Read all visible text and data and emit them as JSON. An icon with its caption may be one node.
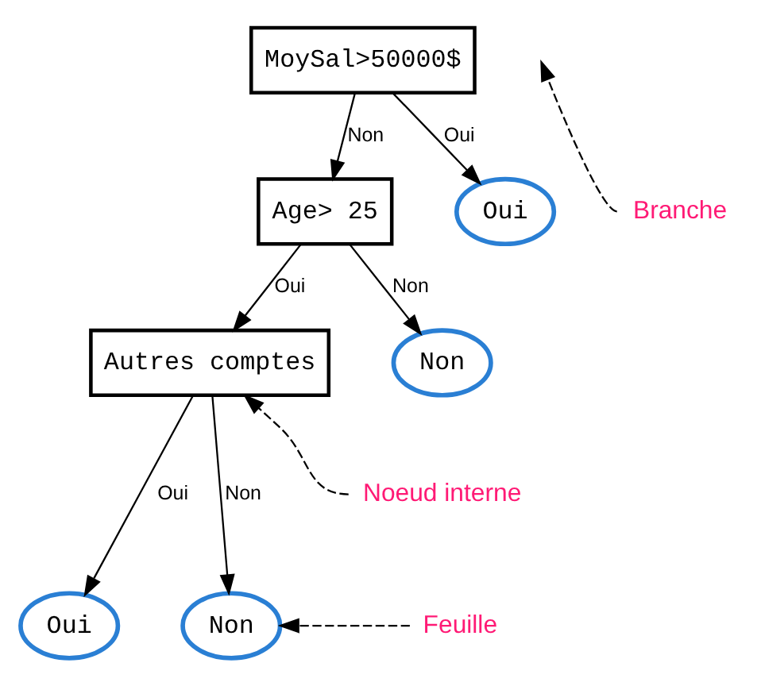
{
  "diagram": {
    "nodes": [
      {
        "text": [
          "MoySal>50000$"
        ]
      },
      {
        "text": [
          "Age> 25"
        ]
      },
      {
        "text": [
          "Oui"
        ]
      },
      {
        "text": [
          "Autres comptes"
        ]
      },
      {
        "text": [
          "Non"
        ]
      },
      {
        "text": [
          "Oui"
        ]
      },
      {
        "text": [
          "Non"
        ]
      },
      {
        "text": [
          "Branche"
        ]
      },
      {
        "text": [
          "Noeud interne"
        ]
      },
      {
        "text": [
          "Feuille"
        ]
      }
    ],
    "edges": [
      {
        "from": 0,
        "to": 1,
        "arrow": "to",
        "label": "Non"
      },
      {
        "from": 0,
        "to": 2,
        "arrow": "to",
        "label": "Oui"
      },
      {
        "from": 1,
        "to": 3,
        "arrow": "to",
        "label": "Oui"
      },
      {
        "from": 1,
        "to": 4,
        "arrow": "to",
        "label": "Non"
      },
      {
        "from": 3,
        "to": 5,
        "arrow": "to",
        "label": "Oui"
      },
      {
        "from": 3,
        "to": 6,
        "arrow": "to",
        "label": "Non"
      },
      {
        "from": 7,
        "to": null,
        "arrow": "to",
        "style": "dashed"
      },
      {
        "from": 8,
        "to": 3,
        "arrow": "to",
        "style": "dashed"
      },
      {
        "from": 9,
        "to": 6,
        "arrow": "to",
        "style": "dashed"
      }
    ]
  }
}
